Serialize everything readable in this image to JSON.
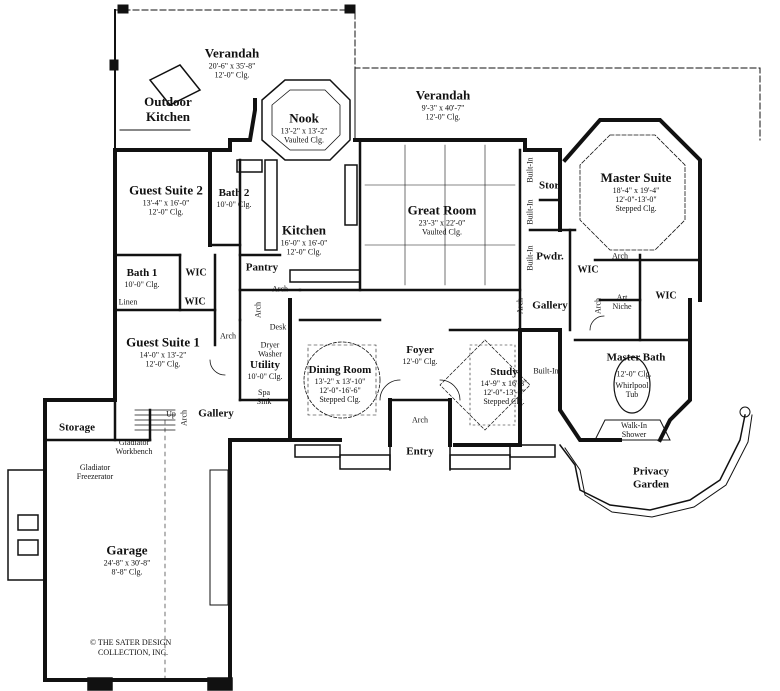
{
  "rooms": {
    "verandah_left": {
      "name": "Verandah",
      "dims": "20'-6\" x 35'-8\"",
      "clg": "12'-0\" Clg."
    },
    "verandah_right": {
      "name": "Verandah",
      "dims": "9'-3\" x 40'-7\"",
      "clg": "12'-0\" Clg."
    },
    "outdoor_kitchen": {
      "name": "Outdoor Kitchen"
    },
    "nook": {
      "name": "Nook",
      "dims": "13'-2\" x 13'-2\"",
      "clg": "Vaulted Clg."
    },
    "great_room": {
      "name": "Great Room",
      "dims": "23'-3\" x 22'-0\"",
      "clg": "Vaulted Clg."
    },
    "master_suite": {
      "name": "Master Suite",
      "dims": "18'-4\" x 19'-4\"",
      "clg": "12'-0\"-13'-0\"",
      "clg2": "Stepped Clg."
    },
    "guest_suite_2": {
      "name": "Guest Suite 2",
      "dims": "13'-4\" x 16'-0\"",
      "clg": "12'-0\" Clg."
    },
    "bath_2": {
      "name": "Bath 2",
      "clg": "10'-0\" Clg."
    },
    "kitchen": {
      "name": "Kitchen",
      "dims": "16'-0\" x 16'-0\"",
      "clg": "12'-0\" Clg."
    },
    "bath_1": {
      "name": "Bath 1",
      "clg": "10'-0\" Clg."
    },
    "pantry": {
      "name": "Pantry"
    },
    "guest_suite_1": {
      "name": "Guest Suite 1",
      "dims": "14'-0\" x 13'-2\"",
      "clg": "12'-0\" Clg."
    },
    "utility": {
      "name": "Utility",
      "clg": "10'-0\" Clg."
    },
    "dining_room": {
      "name": "Dining Room",
      "dims": "13'-2\" x 13'-10\"",
      "clg": "12'-0\"-16'-6\"",
      "clg2": "Stepped Clg."
    },
    "foyer": {
      "name": "Foyer",
      "clg": "12'-0\" Clg."
    },
    "study": {
      "name": "Study",
      "dims": "14'-9\" x 16'-3\"",
      "clg": "12'-0\"-13'-0\"",
      "clg2": "Stepped Clg."
    },
    "gallery_right": {
      "name": "Gallery"
    },
    "gallery_left": {
      "name": "Gallery"
    },
    "pwdr": {
      "name": "Pwdr."
    },
    "stor": {
      "name": "Stor."
    },
    "master_bath": {
      "name": "Master Bath",
      "clg": "12'-0\" Clg."
    },
    "storage": {
      "name": "Storage"
    },
    "entry": {
      "name": "Entry"
    },
    "privacy_garden": {
      "name": "Privacy Garden"
    },
    "garage": {
      "name": "Garage",
      "dims": "24'-8\" x 30'-8\"",
      "clg": "8'-8\" Clg."
    },
    "wic_guest2": {
      "name": "WIC"
    },
    "wic_guest1": {
      "name": "WIC"
    },
    "wic_master_small": {
      "name": "WIC"
    },
    "wic_master_large": {
      "name": "WIC"
    }
  },
  "tags": {
    "arch": "Arch",
    "desk": "Desk",
    "up": "Up",
    "linen": "Linen",
    "built_in": "Built-In",
    "art_niche": "Art Niche",
    "whirlpool_tub": "Whirlpool Tub",
    "walk_in_shower": "Walk-In Shower",
    "gladiator_workbench": "Gladiator Workbench",
    "gladiator_freezerator": "Gladiator Freezerator",
    "spa_sink": "Spa Sink",
    "dryer": "Dryer",
    "washer": "Washer"
  },
  "copyright": {
    "line1": "© THE SATER DESIGN",
    "line2": "COLLECTION, INC."
  }
}
